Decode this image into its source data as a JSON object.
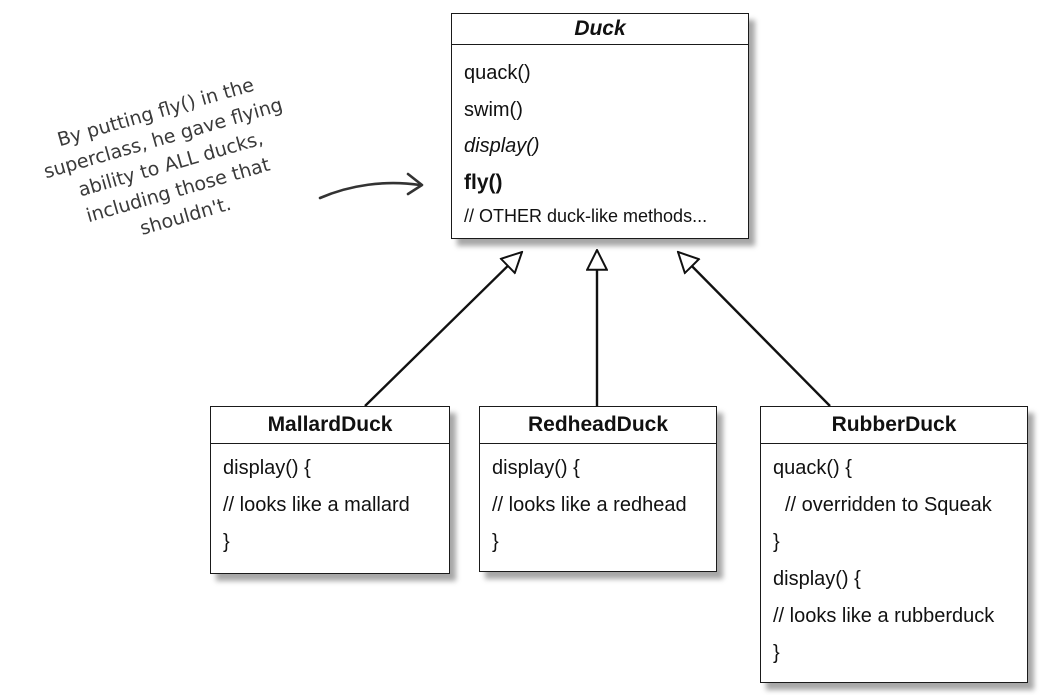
{
  "duck": {
    "name": "Duck",
    "methods": [
      "quack()",
      "swim()",
      "display()",
      "fly()",
      "// OTHER duck-like methods..."
    ]
  },
  "mallard": {
    "name": "MallardDuck",
    "lines": [
      "display() {",
      "// looks like a mallard",
      "}"
    ]
  },
  "redhead": {
    "name": "RedheadDuck",
    "lines": [
      "display() {",
      "// looks like a redhead",
      "}"
    ]
  },
  "rubber": {
    "name": "RubberDuck",
    "lines": [
      "quack() {",
      "// overridden to Squeak",
      "}",
      "display() {",
      "// looks like a rubberduck",
      "}"
    ]
  },
  "annotation": {
    "lines": [
      "By putting fly() in the",
      "superclass, he gave flying",
      "ability to ALL ducks,",
      "including those that",
      "shouldn't."
    ]
  }
}
